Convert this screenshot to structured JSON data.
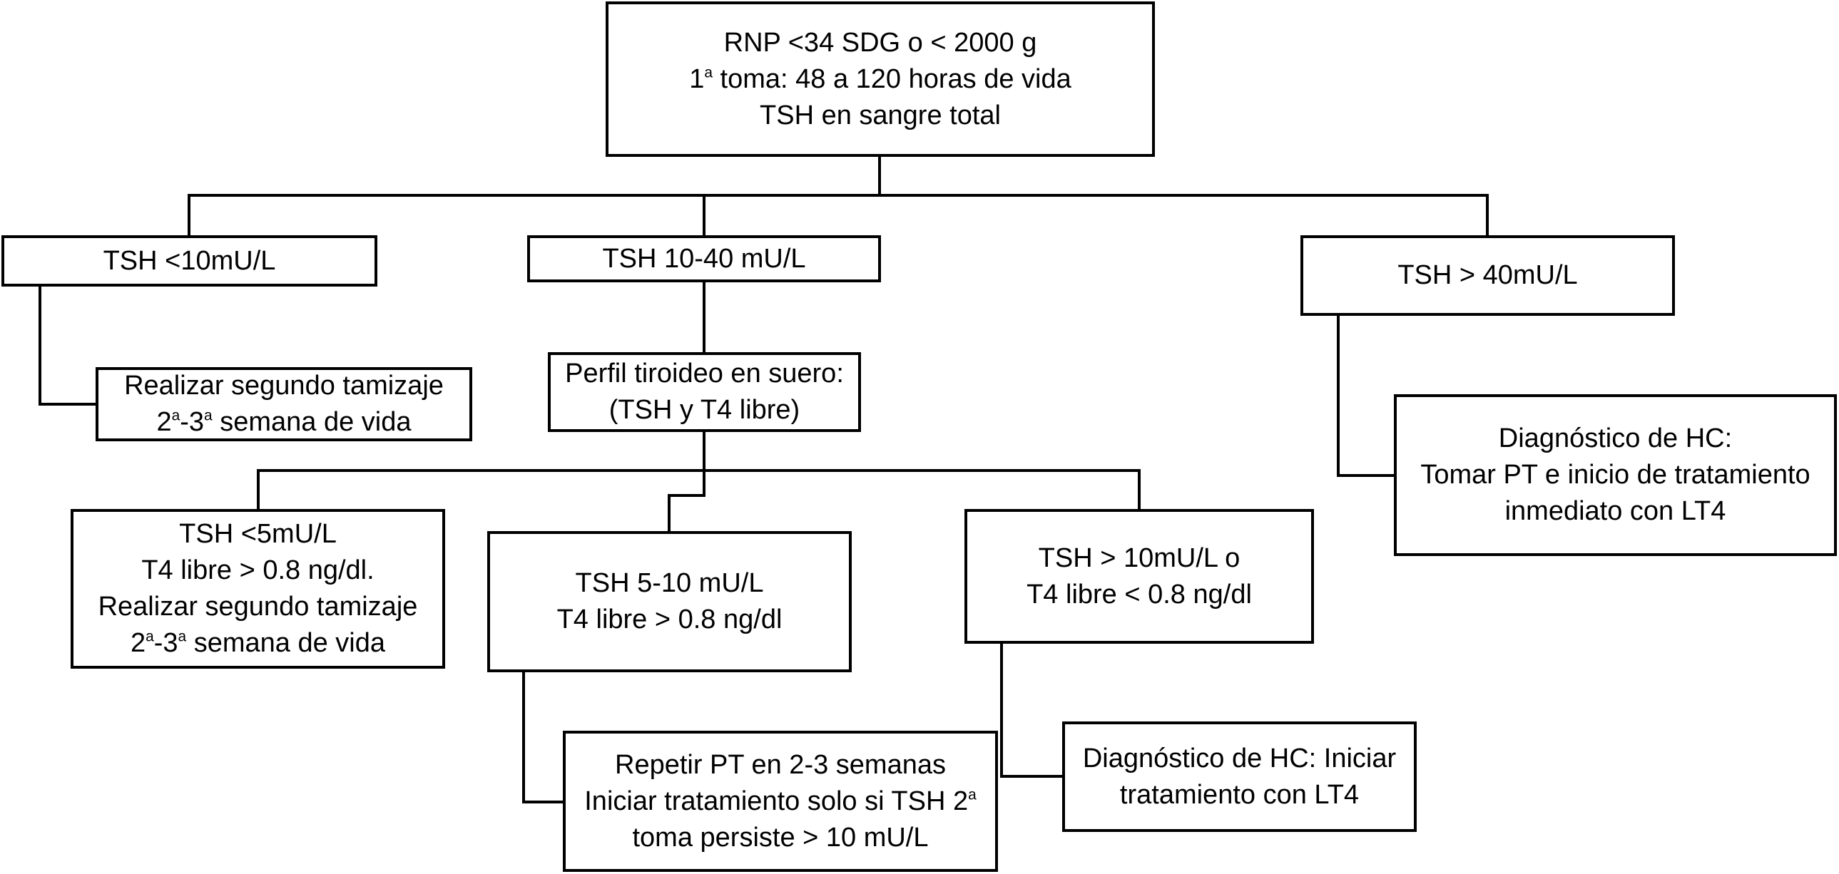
{
  "diagram": {
    "nodes": [
      {
        "id": "root",
        "lines": [
          [
            "RNP <34 SDG o < 2000 g"
          ],
          [
            "1",
            {
              "sup": "a"
            },
            " toma:  48 a 120 horas de vida"
          ],
          [
            "TSH en sangre total"
          ]
        ]
      },
      {
        "id": "low",
        "lines": [
          [
            "TSH <10mU/L"
          ]
        ]
      },
      {
        "id": "mid",
        "lines": [
          [
            "TSH 10-40 mU/L"
          ]
        ]
      },
      {
        "id": "high",
        "lines": [
          [
            "TSH > 40mU/L"
          ]
        ]
      },
      {
        "id": "low-action",
        "lines": [
          [
            "Realizar segundo tamizaje"
          ],
          [
            "2",
            {
              "sup": "a"
            },
            "-3",
            {
              "sup": "a"
            },
            " semana de vida"
          ]
        ]
      },
      {
        "id": "profile",
        "lines": [
          [
            "Perfil tiroideo en suero:"
          ],
          [
            "(TSH y T4 libre)"
          ]
        ]
      },
      {
        "id": "high-action",
        "lines": [
          [
            "Diagnóstico de HC:"
          ],
          [
            "Tomar PT e inicio de tratamiento"
          ],
          [
            "inmediato con LT4"
          ]
        ]
      },
      {
        "id": "sub-low",
        "lines": [
          [
            "TSH <5mU/L"
          ],
          [
            "T4 libre > 0.8 ng/dl."
          ],
          [
            "Realizar segundo tamizaje"
          ],
          [
            "2",
            {
              "sup": "a"
            },
            "-3",
            {
              "sup": "a"
            },
            " semana de vida"
          ]
        ]
      },
      {
        "id": "sub-mid",
        "lines": [
          [
            "TSH 5-10 mU/L"
          ],
          [
            "T4 libre > 0.8 ng/dl"
          ]
        ]
      },
      {
        "id": "sub-high",
        "lines": [
          [
            "TSH > 10mU/L o"
          ],
          [
            "T4 libre < 0.8 ng/dl"
          ]
        ]
      },
      {
        "id": "mid-action",
        "lines": [
          [
            "Repetir PT en 2-3 semanas"
          ],
          [
            "Iniciar tratamiento solo si TSH 2",
            {
              "sup": "a"
            }
          ],
          [
            "toma persiste > 10 mU/L"
          ]
        ]
      },
      {
        "id": "high2-action",
        "lines": [
          [
            "Diagnóstico de HC: Iniciar"
          ],
          [
            "tratamiento con LT4"
          ]
        ]
      }
    ]
  }
}
